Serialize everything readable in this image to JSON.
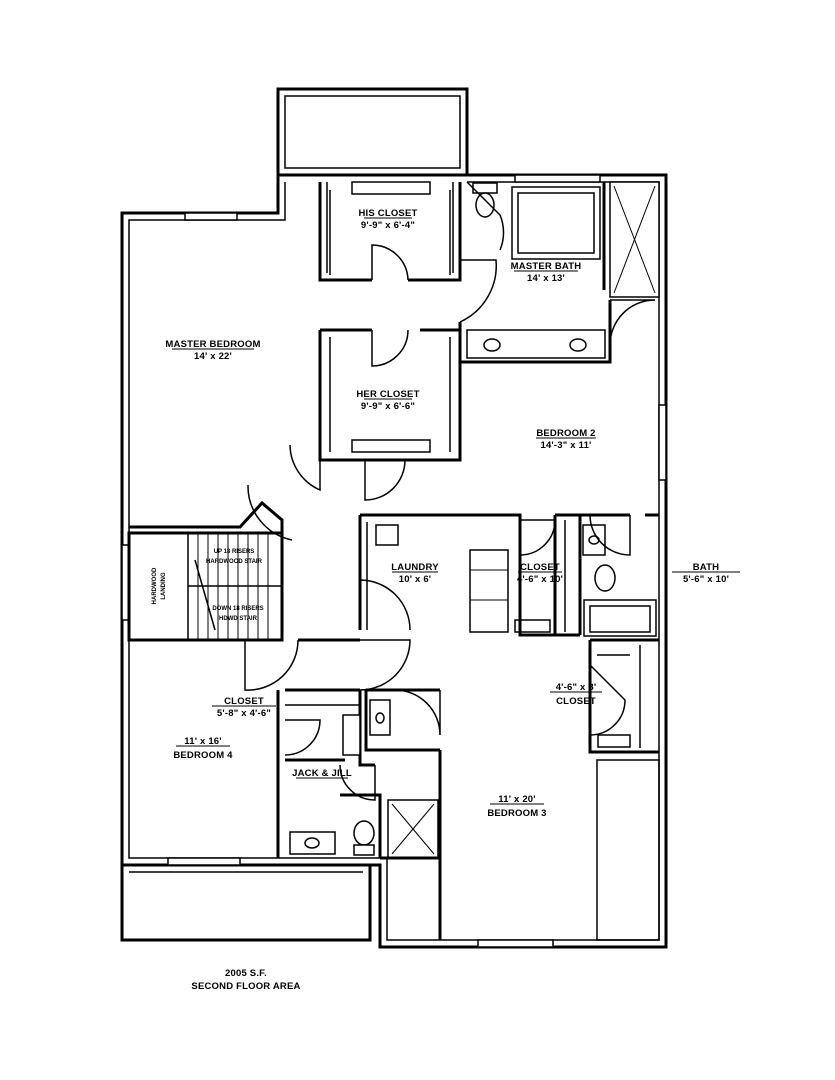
{
  "rooms": {
    "master_bedroom": {
      "name": "MASTER BEDROOM",
      "size": "14' x 22'"
    },
    "his_closet": {
      "name": "HIS CLOSET",
      "size": "9'-9\" x 6'-4\""
    },
    "her_closet": {
      "name": "HER CLOSET",
      "size": "9'-9\" x 6'-6\""
    },
    "master_bath": {
      "name": "MASTER BATH",
      "size": "14' x 13'"
    },
    "bedroom_2": {
      "name": "BEDROOM 2",
      "size": "14'-3\" x 11'"
    },
    "laundry": {
      "name": "LAUNDRY",
      "size": "10' x 6'"
    },
    "closet_b2": {
      "name": "CLOSET",
      "size": "4'-6\" x 10'"
    },
    "bath": {
      "name": "BATH",
      "size": "5'-6\" x 10'"
    },
    "closet_b3": {
      "name": "CLOSET",
      "size": "4'-6\" x 8'"
    },
    "closet_b4": {
      "name": "CLOSET",
      "size": "5'-8\" x 4'-6\""
    },
    "bedroom_4": {
      "name": "BEDROOM 4",
      "size": "11' x 16'"
    },
    "jack_jill": {
      "name": "JACK & JILL"
    },
    "bedroom_3": {
      "name": "BEDROOM 3",
      "size": "11' x 20'"
    }
  },
  "stairs": {
    "up": "UP 18 RISERS",
    "up_note": "HARDWOOD STAIR",
    "down": "DOWN 18 RISERS",
    "down_note": "HDWD STAIR",
    "landing_1": "HARDWOOD",
    "landing_2": "LANDING"
  },
  "footer": {
    "area": "2005 S.F.",
    "caption": "SECOND FLOOR AREA"
  }
}
